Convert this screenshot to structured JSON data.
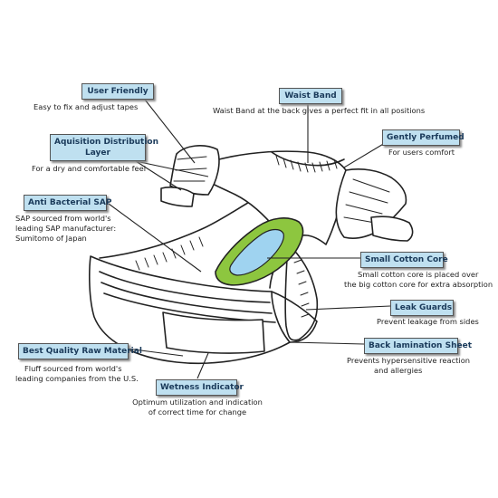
{
  "labels": {
    "user_friendly": {
      "title": "User Friendly",
      "desc": [
        "Easy to fix and adjust tapes"
      ]
    },
    "waist_band": {
      "title": "Waist Band",
      "desc": [
        "Waist Band at the back gives a perfect fit in all positions"
      ]
    },
    "aquisition_layer": {
      "title": [
        "Aquisition Distribution",
        "Layer"
      ],
      "desc": [
        "For a dry and comfortable feel"
      ]
    },
    "gently_perfumed": {
      "title": "Gently Perfumed",
      "desc": [
        "For users comfort"
      ]
    },
    "anti_bacterial_sap": {
      "title": "Anti Bacterial SAP",
      "desc": [
        "SAP sourced from world's",
        "leading SAP manufacturer:",
        "Sumitomo of Japan"
      ]
    },
    "small_cotton_core": {
      "title": "Small Cotton Core",
      "desc": [
        "Small cotton core is placed over",
        "the big cotton core for extra absorption"
      ]
    },
    "leak_guards": {
      "title": "Leak Guards",
      "desc": [
        "Prevent leakage from sides"
      ]
    },
    "best_quality_raw_material": {
      "title": "Best Quality Raw Material",
      "desc": [
        "Fluff sourced from world's",
        "leading companies from the U.S."
      ]
    },
    "back_lamination_sheet": {
      "title": "Back lamination Sheet",
      "desc": [
        "Prevents hypersensitive reaction",
        "and allergies"
      ]
    },
    "wetness_indicator": {
      "title": "Wetness Indicator",
      "desc": [
        "Optimum utilization and indication",
        "of correct time for change"
      ]
    }
  },
  "colors": {
    "label_fill": "#bfe0f0",
    "core_green": "#8dc63f",
    "core_blue": "#9fd3f0",
    "line": "#222222"
  }
}
